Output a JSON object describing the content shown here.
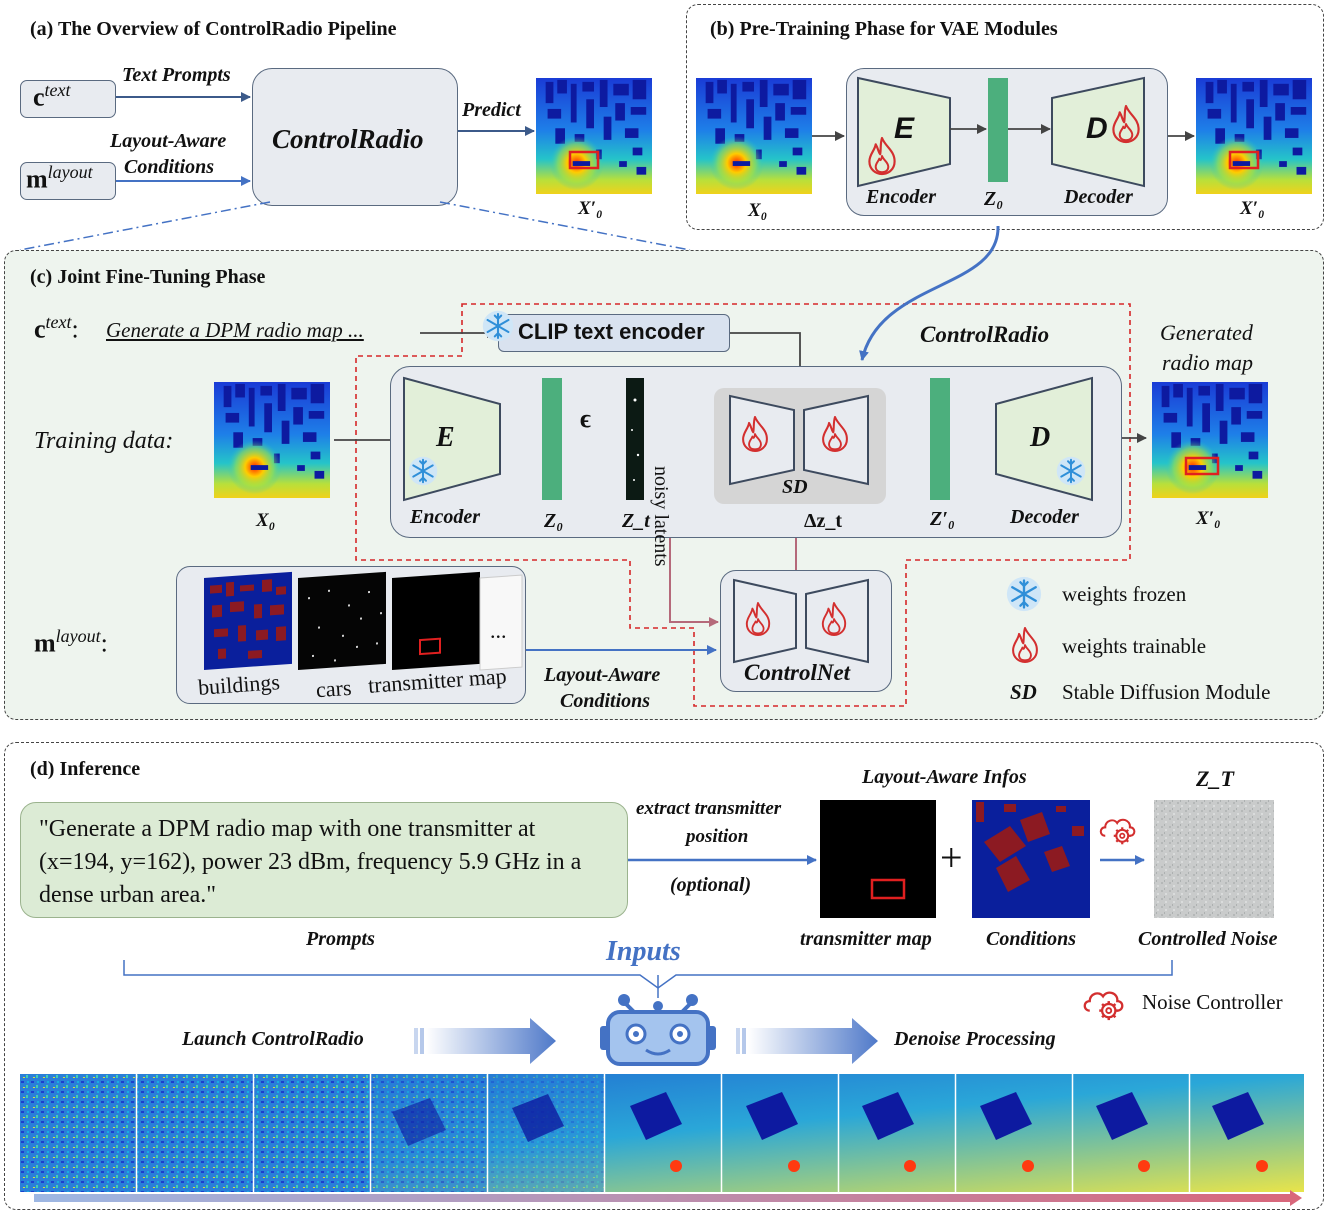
{
  "panel_a": {
    "title": "(a)  The Overview of ControlRadio Pipeline",
    "c_text": "c",
    "c_text_sup": "text",
    "m_layout": "m",
    "m_layout_sup": "layout",
    "text_prompts": "Text Prompts",
    "layout_aware": "Layout-Aware",
    "conditions": "Conditions",
    "controlradio": "ControlRadio",
    "predict": "Predict",
    "x0_prime": "X′₀"
  },
  "panel_b": {
    "title": "(b)   Pre-Training Phase for VAE Modules",
    "x0": "X₀",
    "e": "E",
    "d": "D",
    "encoder": "Encoder",
    "z0": "Z₀",
    "decoder": "Decoder",
    "x0_prime": "X′₀"
  },
  "panel_c": {
    "title": "(c)   Joint Fine-Tuning Phase",
    "c_text": "c",
    "c_text_sup": "text",
    "colon": ":",
    "prompt": "Generate a DPM radio map ...",
    "clip": "CLIP text encoder",
    "controlradio": "ControlRadio",
    "generated_line1": "Generated",
    "generated_line2": "radio map",
    "training_data": "Training data:",
    "x0": "X₀",
    "e": "E",
    "encoder": "Encoder",
    "z0": "Z₀",
    "epsilon": "ϵ",
    "zt": "Z_t",
    "noisy_latents": "noisy  latents",
    "sd": "SD",
    "delta_zt": "Δz_t",
    "z0_prime": "Z′₀",
    "d": "D",
    "decoder": "Decoder",
    "x0_prime": "X′₀",
    "m_layout": "m",
    "m_layout_sup": "layout",
    "buildings": "buildings",
    "cars": "cars",
    "transmitter_map": "transmitter map",
    "ellipsis": "...",
    "layout_aware": "Layout-Aware",
    "conditions": "Conditions",
    "controlnet": "ControlNet",
    "legend_frozen": "weights frozen",
    "legend_trainable": "weights trainable",
    "legend_sd_key": "SD",
    "legend_sd": "Stable Diffusion Module"
  },
  "panel_d": {
    "title": "(d)   Inference",
    "prompt_text": "\"Generate a DPM radio map with one transmitter at (x=194, y=162), power 23 dBm, frequency 5.9 GHz in a dense urban area.\"",
    "prompts": "Prompts",
    "extract_line1": "extract transmitter",
    "extract_line2": "position",
    "optional": "(optional)",
    "layout_infos": "Layout-Aware Infos",
    "plus": "+",
    "zT": "Z_T",
    "transmitter_map": "transmitter map",
    "conditions": "Conditions",
    "controlled_noise": "Controlled Noise",
    "inputs": "Inputs",
    "noise_controller": "Noise Controller",
    "launch": "Launch ControlRadio",
    "denoise": "Denoise Processing"
  },
  "colors": {
    "arrow_blue": "#4472c4",
    "dashed_red": "#d62728",
    "latent_green": "#4caf7d",
    "box_green": "#e2efd9",
    "panel_green": "#eef4ee",
    "prompt_green": "#dcebd5",
    "controlnet_arrow": "#b5697a",
    "module_gray": "#e8ebf0",
    "flame": "#d32f2f",
    "frozen": "#4a9fd9"
  }
}
